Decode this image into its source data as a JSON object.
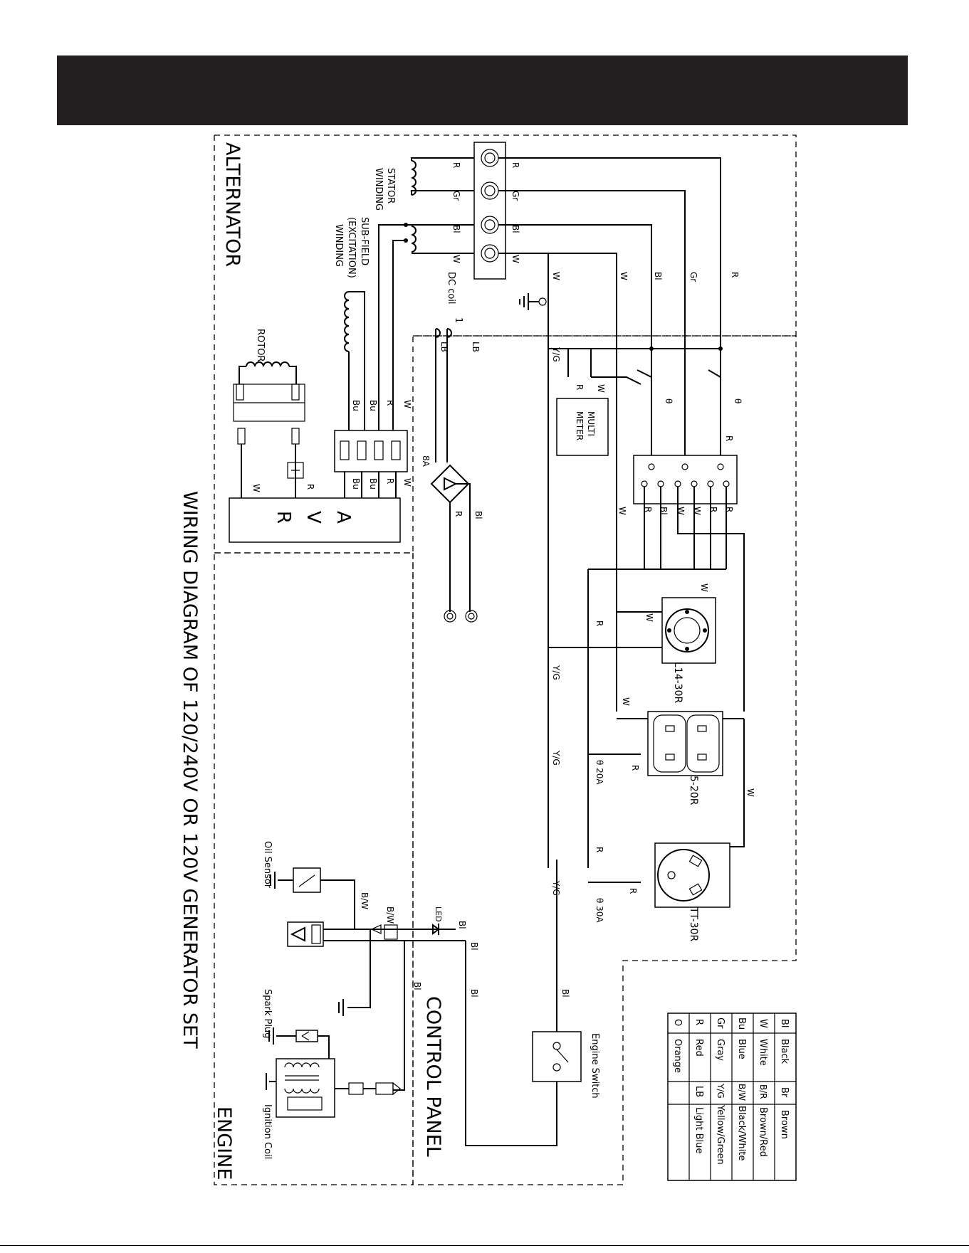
{
  "title": "WIRING DIAGRAM OF 120/240V OR 120V GENERATOR SET",
  "sections": {
    "alternator": "ALTERNATOR",
    "control_panel": "CONTROL PANEL",
    "engine": "ENGINE"
  },
  "components": {
    "stator_winding_1": "STATOR",
    "stator_winding_2": "WINDING",
    "subfield_1": "SUB-FIELD",
    "subfield_2": "(EXCITATION)",
    "subfield_3": "WINDING",
    "rotor": "ROTOR",
    "avr_a": "A",
    "avr_v": "V",
    "avr_r": "R",
    "dc_coil": "DC coil",
    "dc_coil_num": "1",
    "fuse_8a": "8A",
    "multimeter_1": "MULTI",
    "multimeter_2": "METER",
    "receptacle_l14": "L14-30R",
    "receptacle_520": "5-20R",
    "receptacle_tt30": "TT-30R",
    "breaker_20a": "θ 20A",
    "breaker_30a": "θ 30A",
    "breaker_theta": "θ",
    "oil_sensor": "Oil Sensor",
    "led": "LED",
    "spark_plug": "Spark Plug",
    "ignition_coil": "Ignition Coil",
    "engine_switch": "Engine Switch"
  },
  "wire_labels": {
    "R": "R",
    "Gr": "Gr",
    "Bl": "Bl",
    "W": "W",
    "Bu": "Bu",
    "YG": "Y/G",
    "LB": "LB",
    "BW": "B/W"
  },
  "legend": {
    "rows": [
      [
        "Bl",
        "Black",
        "Br",
        "Brown"
      ],
      [
        "W",
        "White",
        "B/R",
        "Brown/Red"
      ],
      [
        "Bu",
        "Blue",
        "B/W",
        "Black/White"
      ],
      [
        "Gr",
        "Gray",
        "Y/G",
        "Yellow/Green"
      ],
      [
        "R",
        "Red",
        "LB",
        "Light Blue"
      ],
      [
        "O",
        "Orange",
        "",
        ""
      ]
    ]
  },
  "colors": {
    "header": "#231f20",
    "ink": "#000000"
  }
}
